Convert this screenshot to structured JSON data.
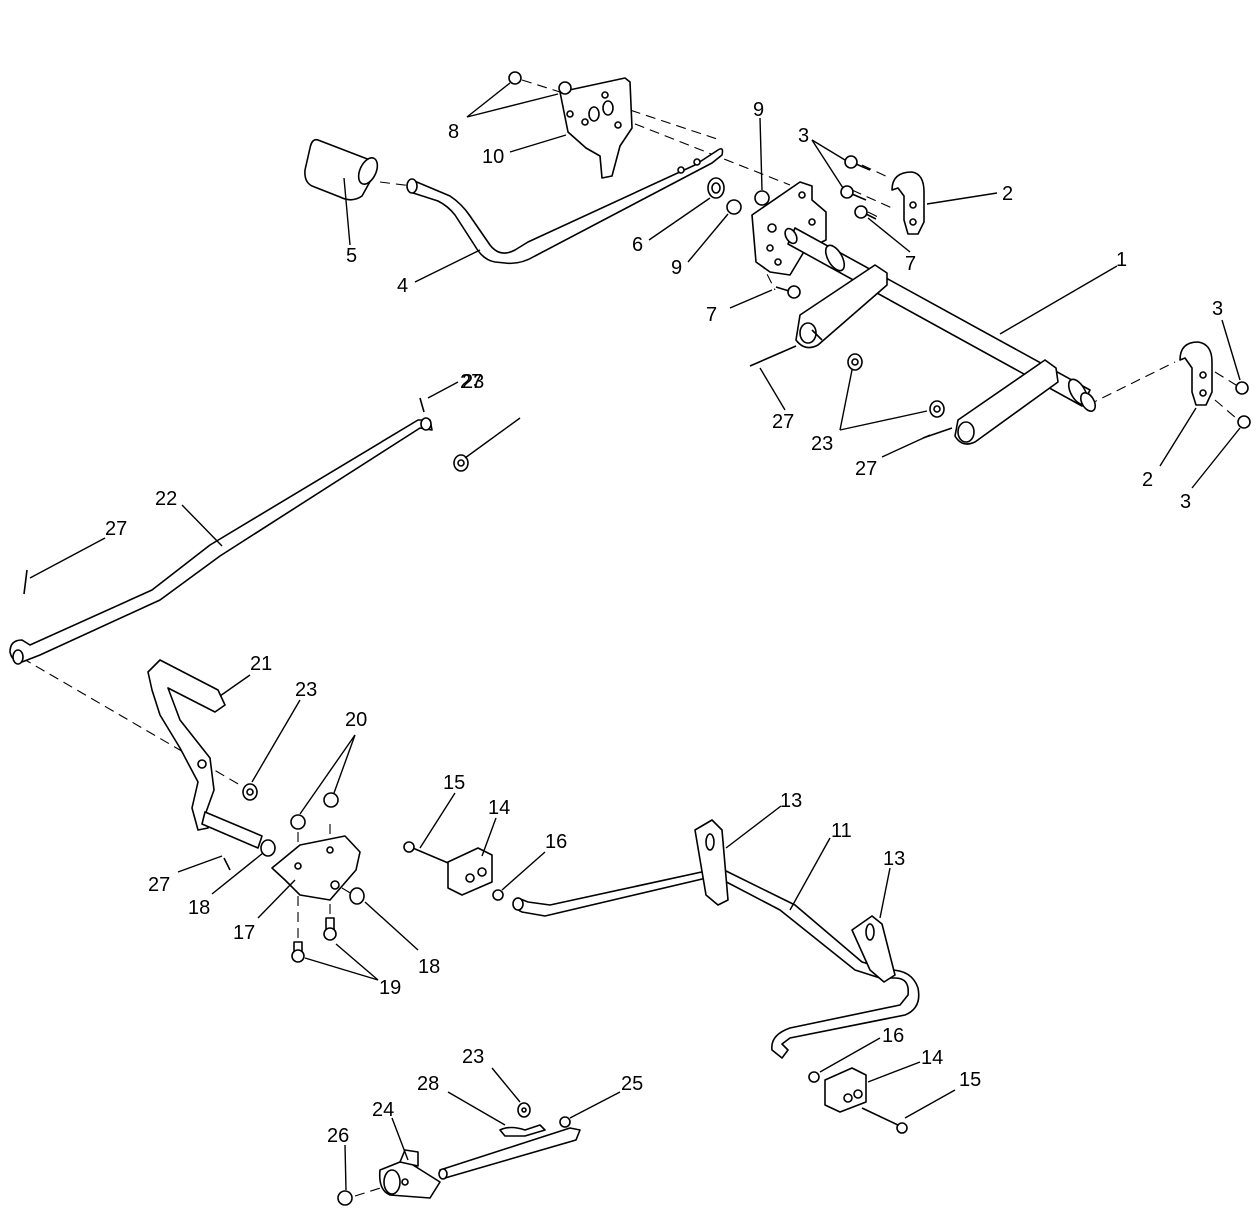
{
  "diagram": {
    "callouts": [
      "1",
      "2",
      "3",
      "4",
      "5",
      "6",
      "7",
      "8",
      "9",
      "10",
      "11",
      "13",
      "14",
      "15",
      "16",
      "17",
      "18",
      "19",
      "20",
      "21",
      "22",
      "23",
      "24",
      "25",
      "26",
      "27",
      "28"
    ],
    "labels": [
      {
        "id": "l8",
        "text": "8"
      },
      {
        "id": "l10",
        "text": "10"
      },
      {
        "id": "l9a",
        "text": "9"
      },
      {
        "id": "l3a",
        "text": "3"
      },
      {
        "id": "l2a",
        "text": "2"
      },
      {
        "id": "l5",
        "text": "5"
      },
      {
        "id": "l4",
        "text": "4"
      },
      {
        "id": "l6",
        "text": "6"
      },
      {
        "id": "l9b",
        "text": "9"
      },
      {
        "id": "l7a",
        "text": "7"
      },
      {
        "id": "l7b",
        "text": "7"
      },
      {
        "id": "l1",
        "text": "1"
      },
      {
        "id": "l3b",
        "text": "3"
      },
      {
        "id": "l27a",
        "text": "27"
      },
      {
        "id": "l23a",
        "text": "23"
      },
      {
        "id": "l27b",
        "text": "27"
      },
      {
        "id": "l23b",
        "text": "23"
      },
      {
        "id": "l27c",
        "text": "27"
      },
      {
        "id": "l2b",
        "text": "2"
      },
      {
        "id": "l3c",
        "text": "3"
      },
      {
        "id": "l22",
        "text": "22"
      },
      {
        "id": "l27d",
        "text": "27"
      },
      {
        "id": "l21",
        "text": "21"
      },
      {
        "id": "l23c",
        "text": "23"
      },
      {
        "id": "l20",
        "text": "20"
      },
      {
        "id": "l15a",
        "text": "15"
      },
      {
        "id": "l14a",
        "text": "14"
      },
      {
        "id": "l16a",
        "text": "16"
      },
      {
        "id": "l13a",
        "text": "13"
      },
      {
        "id": "l11",
        "text": "11"
      },
      {
        "id": "l13b",
        "text": "13"
      },
      {
        "id": "l27e",
        "text": "27"
      },
      {
        "id": "l18a",
        "text": "18"
      },
      {
        "id": "l17",
        "text": "17"
      },
      {
        "id": "l18b",
        "text": "18"
      },
      {
        "id": "l19",
        "text": "19"
      },
      {
        "id": "l16b",
        "text": "16"
      },
      {
        "id": "l14b",
        "text": "14"
      },
      {
        "id": "l15b",
        "text": "15"
      },
      {
        "id": "l23d",
        "text": "23"
      },
      {
        "id": "l28",
        "text": "28"
      },
      {
        "id": "l25",
        "text": "25"
      },
      {
        "id": "l24",
        "text": "24"
      },
      {
        "id": "l26",
        "text": "26"
      }
    ]
  }
}
